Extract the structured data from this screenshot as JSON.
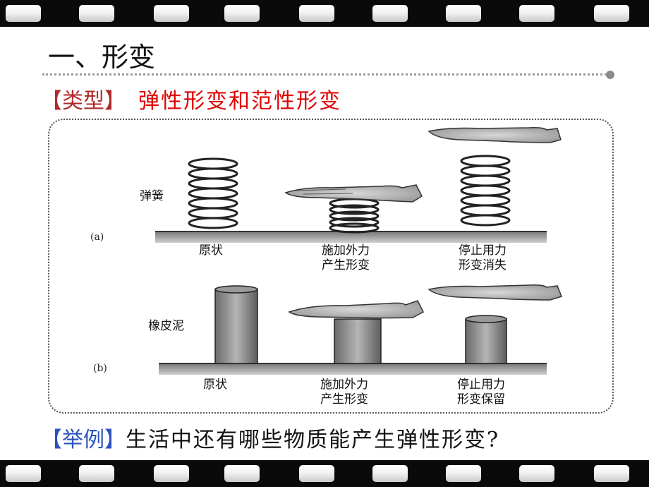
{
  "slide": {
    "title": "一、形变",
    "type_label": "【类型】",
    "type_value": "弹性形变和范性形变",
    "example_label": "【举例】",
    "example_text": "生活中还有哪些物质能产生弹性形变?"
  },
  "figure": {
    "row_a": {
      "tag": "(a)",
      "object_label": "弹簧",
      "captions": [
        {
          "line1": "原状",
          "line2": ""
        },
        {
          "line1": "施加外力",
          "line2": "产生形变"
        },
        {
          "line1": "停止用力",
          "line2": "形变消失"
        }
      ]
    },
    "row_b": {
      "tag": "(b)",
      "object_label": "橡皮泥",
      "captions": [
        {
          "line1": "原状",
          "line2": ""
        },
        {
          "line1": "施加外力",
          "line2": "产生形变"
        },
        {
          "line1": "停止用力",
          "line2": "形变保留"
        }
      ]
    }
  },
  "colors": {
    "title_red": "#e00000",
    "bracket_red": "#b02a2a",
    "bracket_blue": "#2a52be",
    "film": "#0a0a0a"
  }
}
